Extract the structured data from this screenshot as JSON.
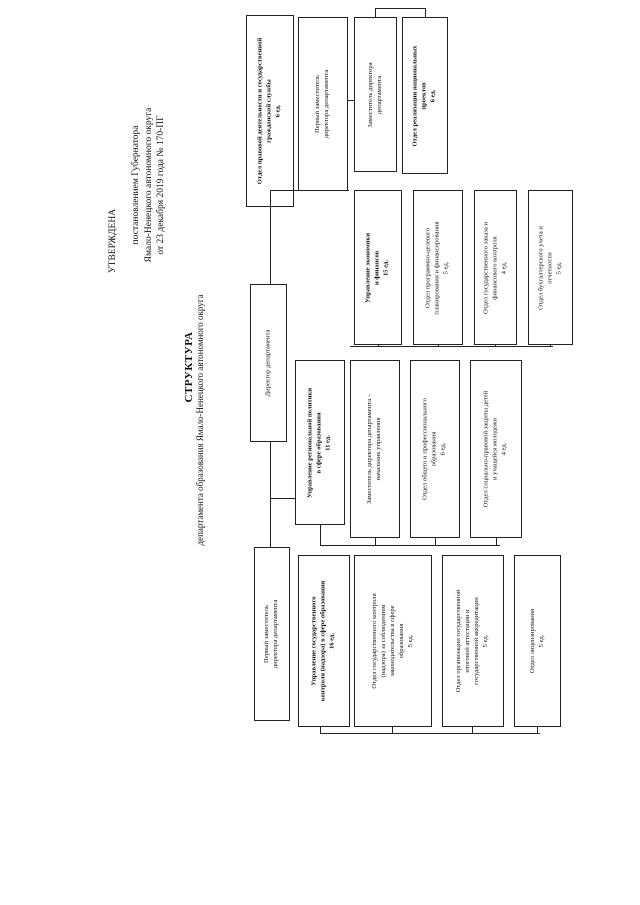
{
  "approval": {
    "approved": "УТВЕРЖДЕНА",
    "resolution_line1": "постановлением Губернатора",
    "resolution_line2": "Ямало-Ненецкого автономного округа",
    "resolution_line3": "от 23 декабря 2019 года № 170-ПГ"
  },
  "title": {
    "main": "СТРУКТУРА",
    "subtitle": "департамента образования Ямало-Ненецкого автономного округа"
  },
  "boxes": {
    "director": [
      "Директор департамента"
    ],
    "first_deputy_left": [
      "Первый заместитель",
      "директора департамента"
    ],
    "first_deputy_top": [
      "Первый заместитель",
      "директора департамента"
    ],
    "legal_dept": [
      "Отдел правовой деятельности и государственной",
      "гражданской службы",
      "6 ед."
    ],
    "deputy_director": [
      "Заместитель директора",
      "департамента"
    ],
    "national_projects": [
      "Отдел реализации национальных",
      "проектов",
      "6 ед."
    ],
    "economics": [
      "Управление экономики",
      "и финансов",
      "15 ед."
    ],
    "program_planning": [
      "Отдел программно-целевого",
      "планирования и финансирования",
      "5 ед."
    ],
    "state_order": [
      "Отдел государственного заказа и",
      "финансового контроля",
      "4 ед."
    ],
    "accounting": [
      "Отдел бухгалтерского учета и",
      "отчетности",
      "5 ед."
    ],
    "regional_policy": [
      "Управление региональной политики",
      "в сфере образования",
      "11 ед."
    ],
    "deputy_head": [
      "Заместитель директора департамента –",
      "начальник управления"
    ],
    "general_education": [
      "Отдел общего и профессионального",
      "образования",
      "6 ед."
    ],
    "social_protection": [
      "Отдел социально-правовой защиты детей",
      "и учащейся молодежи",
      "4 ед."
    ],
    "control_mgmt": [
      "Управление государственного",
      "контроля (надзора) в сфере образования",
      "16 ед."
    ],
    "control_dept": [
      "Отдел государственного контроля",
      "(надзора) за соблюдением",
      "законодательства в сфере",
      "образования",
      "5 ед."
    ],
    "attestation": [
      "Отдел организации государственной",
      "итоговой аттестации и",
      "государственной аккредитации",
      "5 ед."
    ],
    "licensing": [
      "Отдел лицензирования",
      "5 ед."
    ]
  }
}
